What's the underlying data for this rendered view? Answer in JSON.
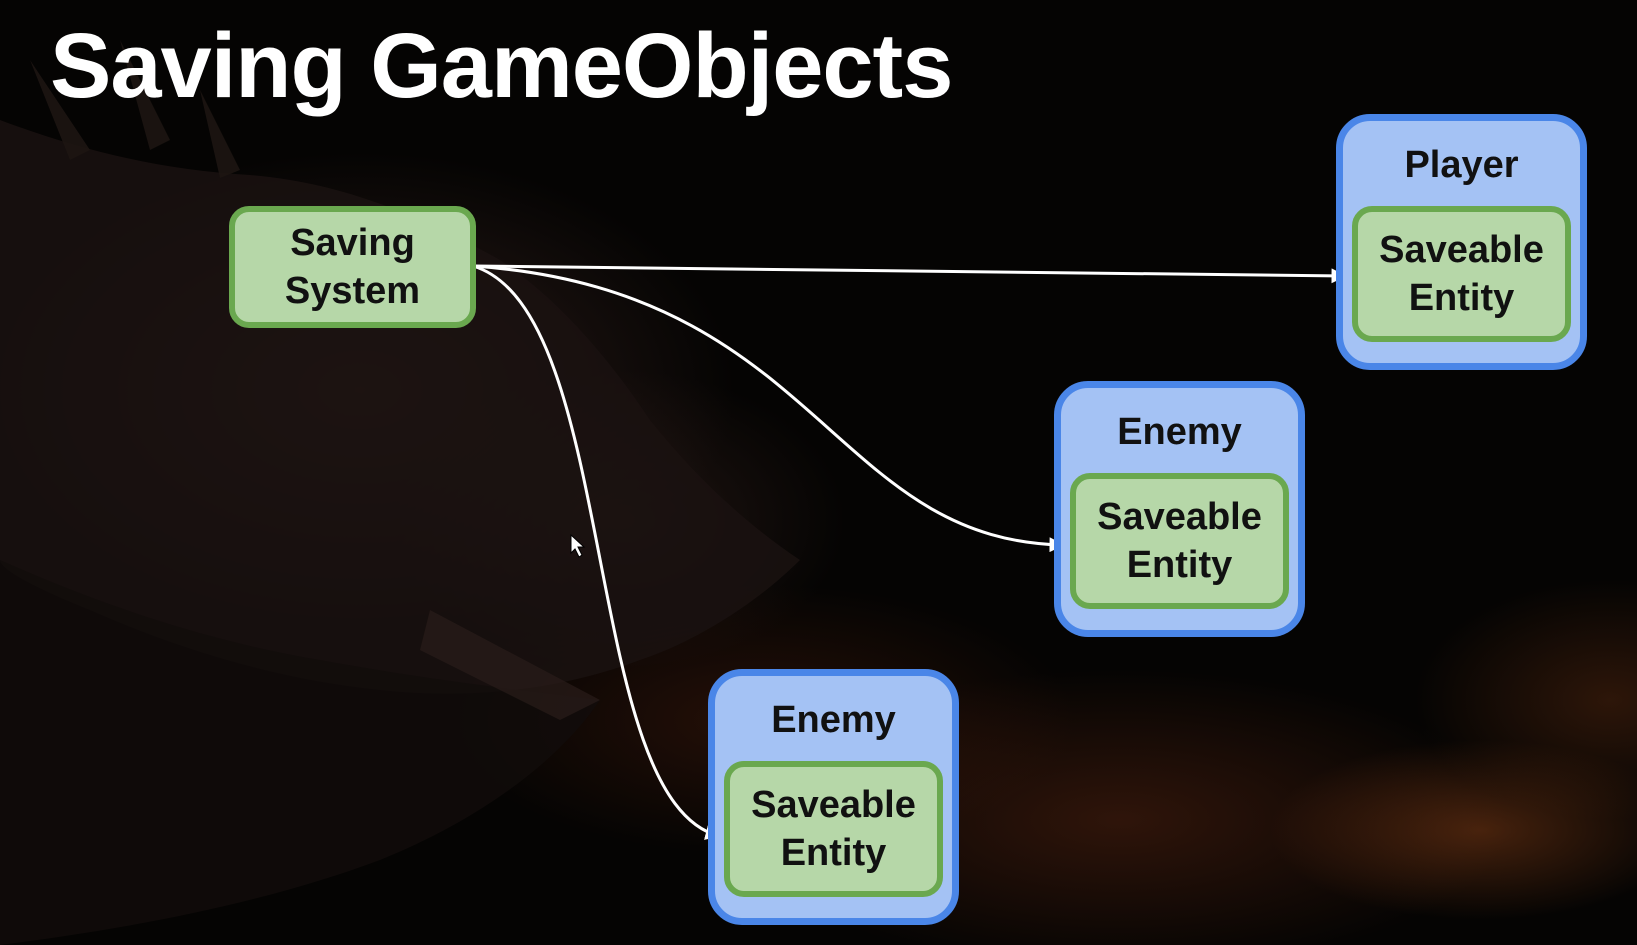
{
  "slide": {
    "title": "Saving GameObjects"
  },
  "diagram": {
    "saving_system": {
      "line1": "Saving",
      "line2": "System"
    },
    "containers": [
      {
        "label": "Player",
        "component_line1": "Saveable",
        "component_line2": "Entity"
      },
      {
        "label": "Enemy",
        "component_line1": "Saveable",
        "component_line2": "Entity"
      },
      {
        "label": "Enemy",
        "component_line1": "Saveable",
        "component_line2": "Entity"
      }
    ],
    "colors": {
      "component_fill": "#b6d7a8",
      "component_border": "#6aa84f",
      "container_fill": "#a4c2f4",
      "container_border": "#4a86e8",
      "arrow": "#ffffff",
      "title": "#ffffff"
    }
  }
}
